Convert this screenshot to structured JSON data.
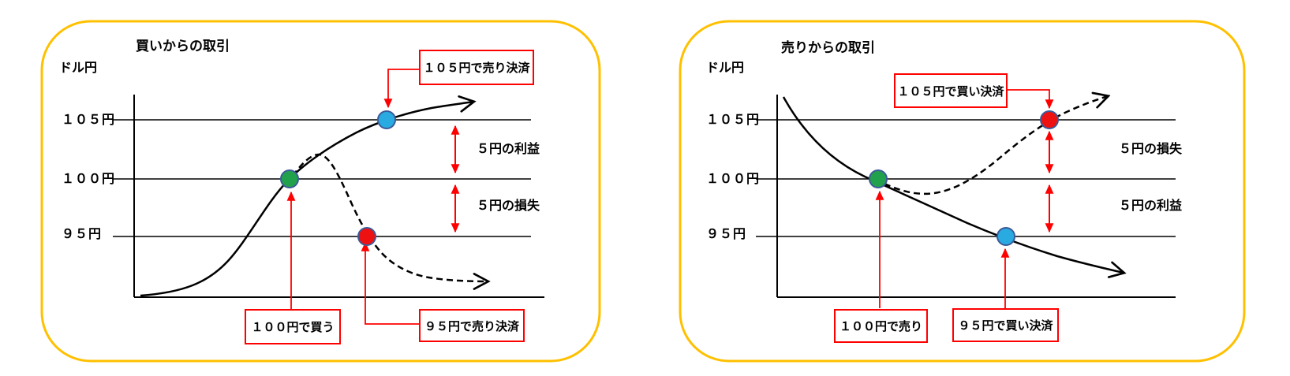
{
  "page": {
    "background": "#FFFFFF"
  },
  "colors": {
    "panel_border": "#FFC000",
    "annotation_red": "#FF0000",
    "dot_blue": "#29ABE2",
    "dot_green": "#22A14C",
    "dot_red": "#EE1111",
    "dot_outline": "#3C5A99",
    "line_black": "#000000"
  },
  "left_panel": {
    "title": "買いからの取引",
    "y_axis_label": "ドル円",
    "price_labels": [
      "１０５円",
      "１００円",
      "９５円"
    ],
    "callout_top": "１０５円で売り決済",
    "callout_bottom_left": "１００円で買う",
    "callout_bottom_right": "９５円で売り決済",
    "annotation_upper": "５円の利益",
    "annotation_lower": "５円の損失"
  },
  "right_panel": {
    "title": "売りからの取引",
    "y_axis_label": "ドル円",
    "price_labels": [
      "１０５円",
      "１００円",
      "９５円"
    ],
    "callout_top": "１０５円で買い決済",
    "callout_bottom_left": "１００円で売り",
    "callout_bottom_right": "９５円で買い決済",
    "annotation_upper": "５円の損失",
    "annotation_lower": "５円の利益"
  }
}
